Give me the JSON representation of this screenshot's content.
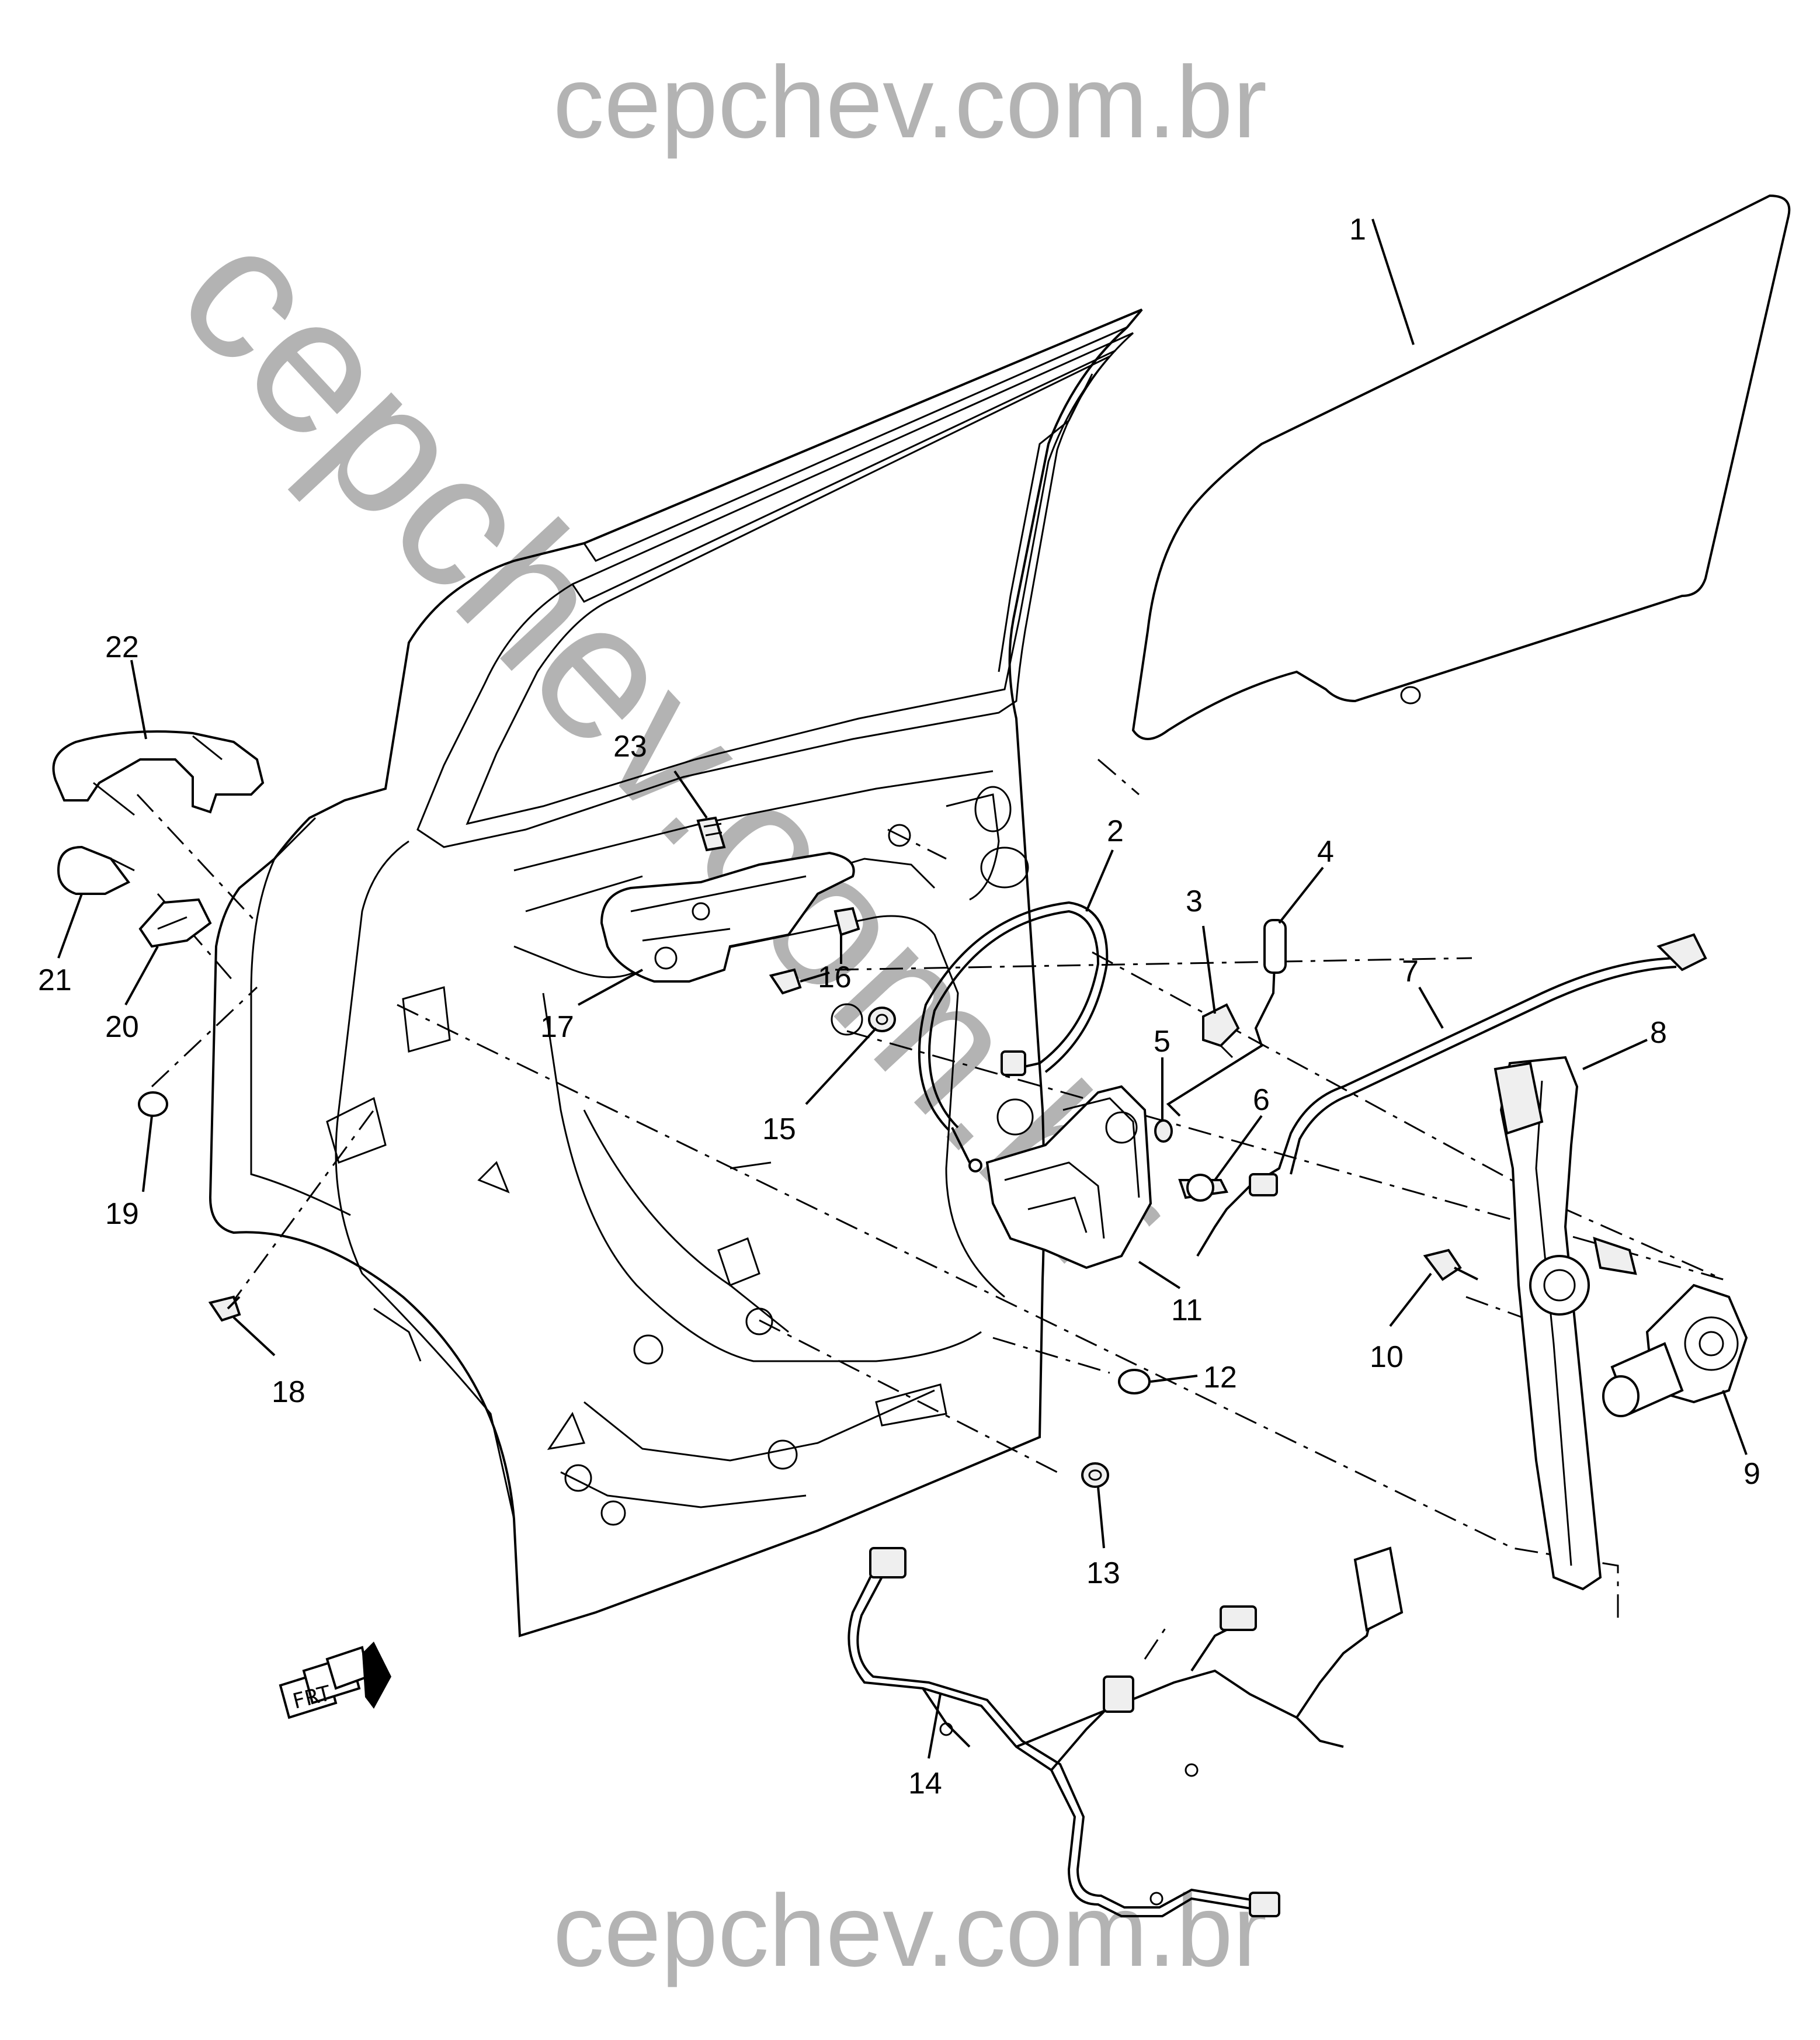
{
  "watermark": {
    "top": "cepchev.com.br",
    "diagonal": "cepchev.com.br",
    "bottom": "cepchev.com.br",
    "color": "#b3b3b3"
  },
  "orientation": {
    "label": "FRT",
    "icon": "front-direction-arrow-icon"
  },
  "callouts": [
    {
      "n": "1"
    },
    {
      "n": "2"
    },
    {
      "n": "3"
    },
    {
      "n": "4"
    },
    {
      "n": "5"
    },
    {
      "n": "6"
    },
    {
      "n": "7"
    },
    {
      "n": "8"
    },
    {
      "n": "9"
    },
    {
      "n": "10"
    },
    {
      "n": "11"
    },
    {
      "n": "12"
    },
    {
      "n": "13"
    },
    {
      "n": "14"
    },
    {
      "n": "15"
    },
    {
      "n": "16"
    },
    {
      "n": "17"
    },
    {
      "n": "18"
    },
    {
      "n": "19"
    },
    {
      "n": "20"
    },
    {
      "n": "21"
    },
    {
      "n": "22"
    },
    {
      "n": "23"
    }
  ]
}
